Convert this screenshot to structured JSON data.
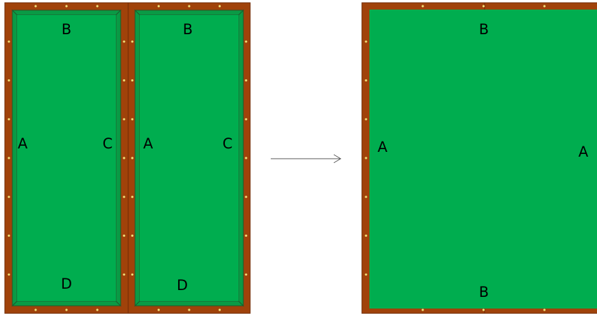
{
  "colors": {
    "rail": "#a0420a",
    "rail_edge": "#6e2a05",
    "felt": "#00ad4f",
    "cushion": "#0a9a45",
    "cushion_edge": "#1d5a2c",
    "sight": "#f2e27a",
    "arrow": "#555555"
  },
  "left_tables": [
    {
      "labels": {
        "top": "B",
        "left": "A",
        "right": "C",
        "bottom": "D"
      }
    },
    {
      "labels": {
        "top": "B",
        "left": "A",
        "right": "C",
        "bottom": "D"
      }
    }
  ],
  "arrow": {
    "icon": "right-arrow-icon"
  },
  "right_table": {
    "labels": {
      "top": "B",
      "left": "A",
      "right": "A",
      "bottom": "B"
    }
  }
}
